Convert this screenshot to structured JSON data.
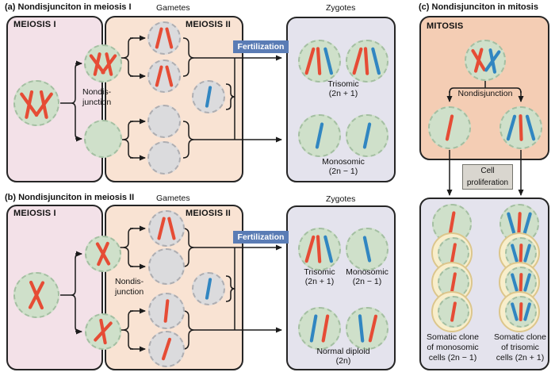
{
  "panel_a": {
    "title": "(a) Nondisjunciton in meiosis I",
    "gametes": "Gametes",
    "zygotes": "Zygotes",
    "meiosis1": "MEIOSIS I",
    "meiosis2": "MEIOSIS II",
    "nondisjunction": "Nondis-\njunction",
    "fertilization": "Fertilization",
    "trisomic": "Trisomic\n(2n + 1)",
    "monosomic": "Monosomic\n(2n − 1)"
  },
  "panel_b": {
    "title": "(b) Nondisjunciton in meiosis II",
    "gametes": "Gametes",
    "zygotes": "Zygotes",
    "meiosis1": "MEIOSIS I",
    "meiosis2": "MEIOSIS II",
    "nondisjunction": "Nondis-\njunction",
    "fertilization": "Fertilization",
    "trisomic": "Trisomic\n(2n + 1)",
    "monosomic": "Monosomic\n(2n − 1)",
    "normal_diploid": "Normal diploid\n(2n)"
  },
  "panel_c": {
    "title": "(c) Nondisjunciton in mitosis",
    "mitosis": "MITOSIS",
    "nondisjunction": "Nondisjunction",
    "cell_proliferation": "Cell\nproliferation",
    "monosomic_clone": "Somatic clone\nof monosomic\ncells (2n − 1)",
    "trisomic_clone": "Somatic clone\nof trisomic\ncells (2n + 1)"
  },
  "colors": {
    "chromosome_red": "#e64c35",
    "chromosome_blue": "#3186c1",
    "meiosis1_panel": "#f3e1e8",
    "meiosis2_panel": "#f9e3d3",
    "zygote_panel": "#e4e3ed",
    "mitosis_panel": "#f4cdb4",
    "cell_green": "#cfe0ca",
    "cell_gray": "#dbdbdd",
    "cell_ring_cream": "#f8eecb",
    "fertilization_bg": "#5a7cb5",
    "proliferation_bg": "#d9d6cf"
  }
}
